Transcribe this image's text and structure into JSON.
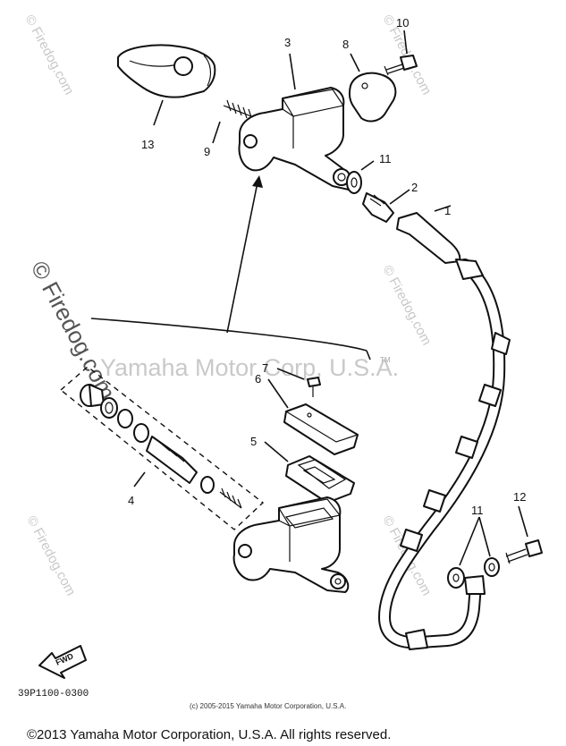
{
  "watermarks": {
    "corp_center": "Yamaha Motor Corp, U.S.A.",
    "tm": "TM",
    "site": "© Firedog.com",
    "site_large": "© Firedog.com"
  },
  "callouts": {
    "n1": "1",
    "n2": "2",
    "n3": "3",
    "n4": "4",
    "n5": "5",
    "n6": "6",
    "n7": "7",
    "n8": "8",
    "n9": "9",
    "n10": "10",
    "n11a": "11",
    "n11b": "11",
    "n12": "12",
    "n13": "13"
  },
  "fwd_label": "FWD",
  "diagram_code": "39P1100-0300",
  "small_copyright": "(c) 2005-2015 Yamaha Motor Corporation, U.S.A.",
  "footer": "©2013 Yamaha Motor Corporation, U.S.A. All rights reserved."
}
